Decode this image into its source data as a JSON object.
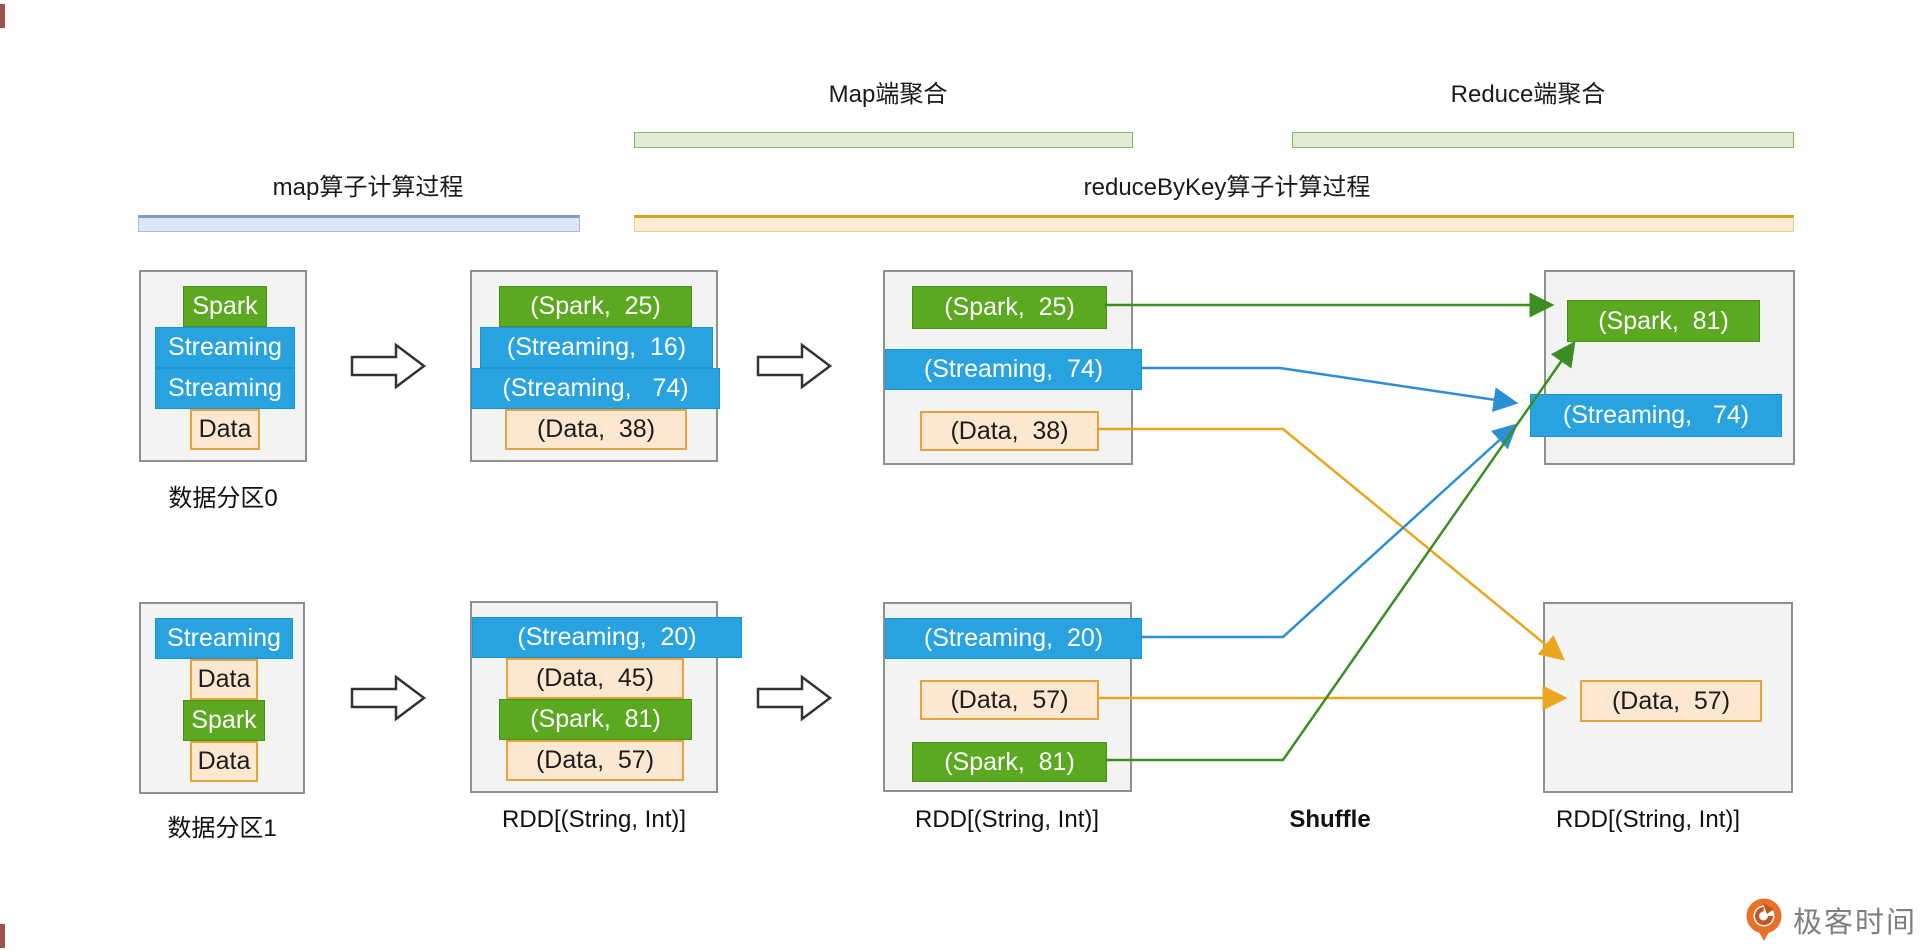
{
  "headers": {
    "map_agg": "Map端聚合",
    "reduce_agg": "Reduce端聚合",
    "map_process": "map算子计算过程",
    "reduce_process": "reduceByKey算子计算过程"
  },
  "stage_labels": {
    "partition0": "数据分区0",
    "partition1": "数据分区1",
    "rdd_map": "RDD[(String, Int)]",
    "rdd_combine": "RDD[(String, Int)]",
    "shuffle": "Shuffle",
    "rdd_reduce": "RDD[(String, Int)]"
  },
  "partition0": {
    "items": [
      {
        "text": "Spark",
        "type": "green"
      },
      {
        "text": "Streaming",
        "type": "blue"
      },
      {
        "text": "Streaming",
        "type": "blue"
      },
      {
        "text": "Data",
        "type": "orange"
      }
    ]
  },
  "partition1": {
    "items": [
      {
        "text": "Streaming",
        "type": "blue"
      },
      {
        "text": "Data",
        "type": "orange"
      },
      {
        "text": "Spark",
        "type": "green"
      },
      {
        "text": "Data",
        "type": "orange"
      }
    ]
  },
  "map_rdd0": {
    "items": [
      {
        "text": "(Spark,  25)",
        "type": "green"
      },
      {
        "text": "(Streaming,  16)",
        "type": "blue"
      },
      {
        "text": "(Streaming,   74)",
        "type": "blue"
      },
      {
        "text": "(Data,  38)",
        "type": "orange"
      }
    ]
  },
  "map_rdd1": {
    "items": [
      {
        "text": "(Streaming,  20)",
        "type": "blue"
      },
      {
        "text": "(Data,  45)",
        "type": "orange"
      },
      {
        "text": "(Spark,  81)",
        "type": "green"
      },
      {
        "text": "(Data,  57)",
        "type": "orange"
      }
    ]
  },
  "combine_rdd0": {
    "items": [
      {
        "text": "(Spark,  25)",
        "type": "green"
      },
      {
        "text": "(Streaming,  74)",
        "type": "blue"
      },
      {
        "text": "(Data,  38)",
        "type": "orange"
      }
    ]
  },
  "combine_rdd1": {
    "items": [
      {
        "text": "(Streaming,  20)",
        "type": "blue"
      },
      {
        "text": "(Data,  57)",
        "type": "orange"
      },
      {
        "text": "(Spark,  81)",
        "type": "green"
      }
    ]
  },
  "reduce_rdd0": {
    "items": [
      {
        "text": "(Spark,  81)",
        "type": "green"
      },
      {
        "text": "(Streaming,   74)",
        "type": "blue"
      }
    ]
  },
  "reduce_rdd1": {
    "items": [
      {
        "text": "(Data,  57)",
        "type": "orange"
      }
    ]
  },
  "logo": {
    "text": "极客时间"
  },
  "colors": {
    "block_green": "#5ba821",
    "block_blue": "#29a3e0",
    "block_orange_border": "#e4a33d",
    "block_orange_fill": "#fce8d0",
    "line_green": "#3c8e24",
    "line_blue": "#2d8fd3",
    "line_orange": "#eaa61e",
    "bar_green": "#ddecd2",
    "bar_blue": "#dbe8f8",
    "bar_orange": "#fdecd4",
    "logo_orange": "#e8702a"
  }
}
